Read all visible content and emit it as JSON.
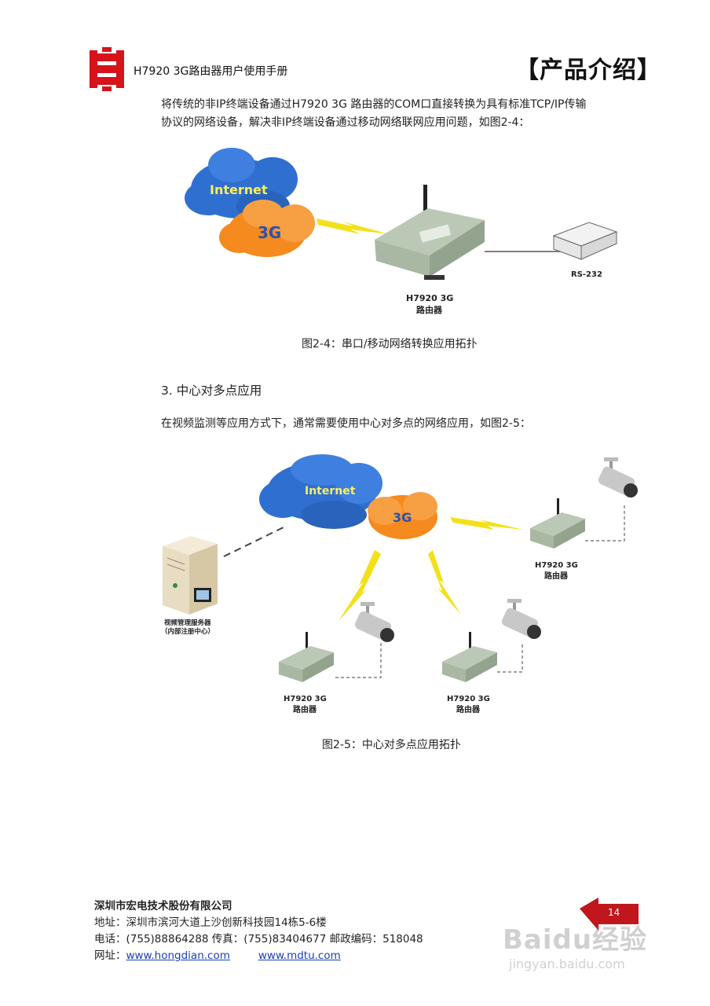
{
  "header": {
    "doc_title": "H7920 3G路由器用户使用手册",
    "section": "【产品介绍】"
  },
  "content": {
    "intro_text_line1": "将传统的非IP终端设备通过H7920 3G 路由器的COM口直接转换为具有标准TCP/IP传输",
    "intro_text_line2": "协议的网络设备，解决非IP终端设备通过移动网络联网应用问题，如图2-4：",
    "fig4": {
      "internet_label": "Internet",
      "g3_label": "3G",
      "router_model": "H7920 3G",
      "router_name": "路由器",
      "serial_label": "RS-232",
      "caption": "图2-4：串口/移动网络转换应用拓扑"
    },
    "section3_heading": "3. 中心对多点应用",
    "section3_text": "在视频监测等应用方式下，通常需要使用中心对多点的网络应用，如图2-5：",
    "fig5": {
      "internet_label": "Internet",
      "g3_label": "3G",
      "server_label_line1": "视频管理服务器",
      "server_label_line2": "（内部注册中心）",
      "router_model": "H7920 3G",
      "router_name": "路由器",
      "caption": "图2-5：中心对多点应用拓扑"
    }
  },
  "footer": {
    "company": "深圳市宏电技术股份有限公司",
    "address": "地址：深圳市滨河大道上沙创新科技园14栋5-6楼",
    "phone_line": "电话：(755)88864288    传真：(755)83404677    邮政编码：518048",
    "web_label": "网址：",
    "url1": "www.hongdian.com",
    "url2": "www.mdtu.com",
    "page_number": "14"
  },
  "watermark": {
    "brand": "Baidu经验",
    "url": "jingyan.baidu.com"
  },
  "colors": {
    "logo_red": "#d6121b",
    "cloud_blue": "#2f6fd0",
    "cloud_orange": "#f58a1f",
    "bolt_yellow": "#f2e11a",
    "router_green": "#a9b8a2",
    "link_blue": "#1a3fb5"
  }
}
